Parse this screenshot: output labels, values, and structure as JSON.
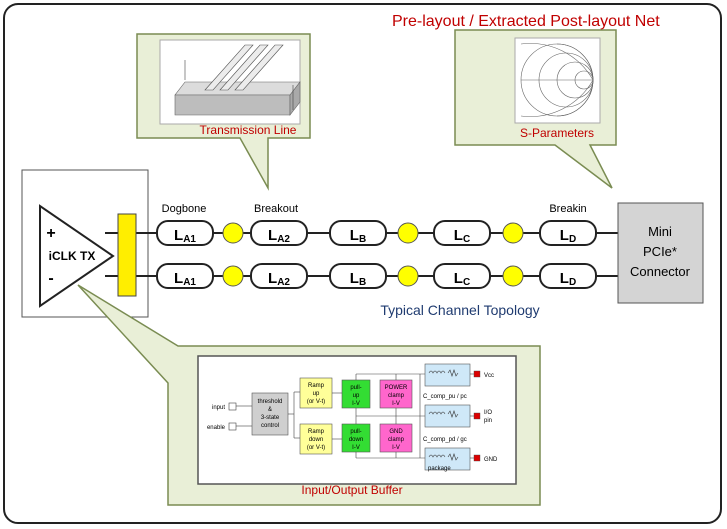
{
  "title": "Pre-layout / Extracted Post-layout Net",
  "callouts": {
    "transmission_line": "Transmission Line",
    "s_parameters": "S-Parameters",
    "io_buffer": "Input/Output Buffer"
  },
  "segment_labels": {
    "dogbone": "Dogbone",
    "breakout": "Breakout",
    "breakin": "Breakin"
  },
  "segments": [
    {
      "main": "L",
      "sub": "A1"
    },
    {
      "main": "L",
      "sub": "A2"
    },
    {
      "main": "L",
      "sub": "B"
    },
    {
      "main": "L",
      "sub": "C"
    },
    {
      "main": "L",
      "sub": "D"
    }
  ],
  "tx": {
    "plus": "+",
    "minus": "-",
    "label": "iCLK TX"
  },
  "connector": {
    "line1": "Mini",
    "line2": "PCIe*",
    "line3": "Connector"
  },
  "topology_label": "Typical Channel Topology",
  "ibis": {
    "input": "input",
    "enable": "enable",
    "threshold": [
      "threshold",
      "&",
      "3-state",
      "control"
    ],
    "ramp_up": [
      "Ramp",
      "up",
      "(or V-t)"
    ],
    "ramp_down": [
      "Ramp",
      "down",
      "(or V-t)"
    ],
    "pull_up": [
      "pull-",
      "up",
      "I-V"
    ],
    "pull_down": [
      "pull-",
      "down",
      "I-V"
    ],
    "power_clamp": [
      "POWER",
      "clamp",
      "I-V"
    ],
    "gnd_clamp": [
      "GND",
      "clamp",
      "I-V"
    ],
    "c_comp_pu": "C_comp_pu / pc",
    "c_comp_pd": "C_comp_pd / gc",
    "package": "package",
    "vcc": "Vcc",
    "io_pin": [
      "I/O",
      "pin"
    ],
    "gnd": "GND"
  },
  "colors": {
    "title": "#c00000",
    "callout_text": "#c00000",
    "topology": "#1f3b70",
    "callout_fill": "#e9efd7",
    "callout_border": "#7a8c52",
    "node": "#ffff00",
    "yellow_block": "#ffee00",
    "connector": "#d4d4d4"
  }
}
